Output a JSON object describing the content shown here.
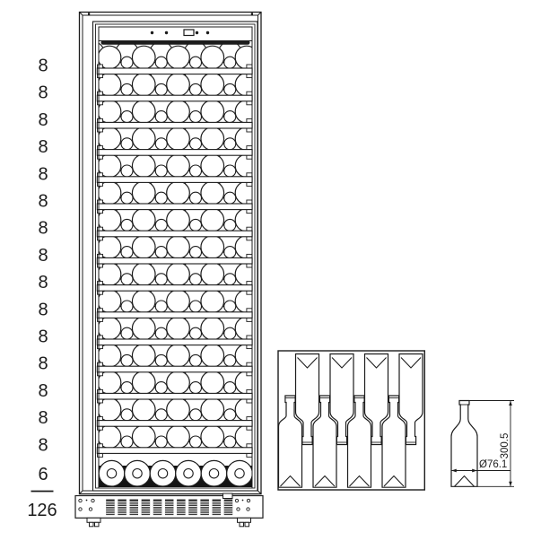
{
  "colors": {
    "ink": "#1c1c1c",
    "background": "#ffffff",
    "vent_fill": "#3a3a3a",
    "floor_fill": "#141414"
  },
  "capacity_column": {
    "shelf_counts": [
      "8",
      "8",
      "8",
      "8",
      "8",
      "8",
      "8",
      "8",
      "8",
      "8",
      "8",
      "8",
      "8",
      "8",
      "8"
    ],
    "bottom_row_count": "6",
    "total_label": "126"
  },
  "front_view": {
    "shelf_rows": 15,
    "bottles_bottom_row": 6
  },
  "top_view": {
    "bottles_per_shelf": 8
  },
  "dimension_view": {
    "height_label": "300.5",
    "diameter_label": "Ø76.1"
  }
}
